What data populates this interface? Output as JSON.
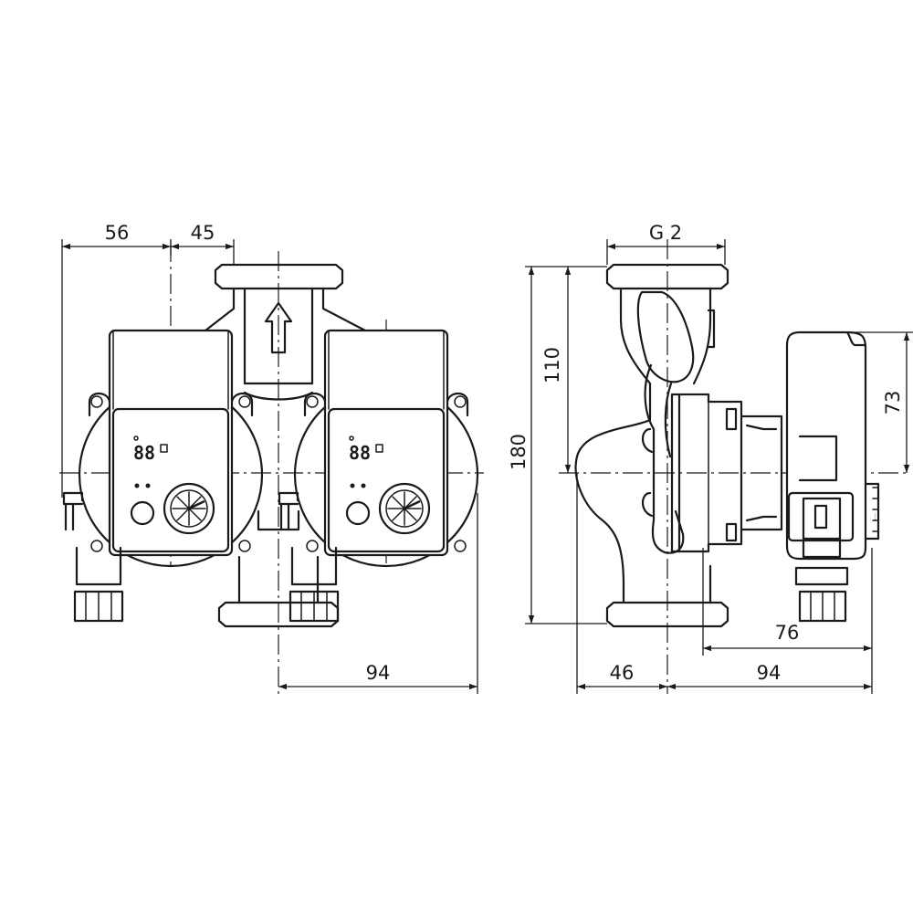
{
  "front_view": {
    "dimensions": {
      "left_width": "56",
      "right_width": "45",
      "bottom_width": "94"
    },
    "display_readout_left": "88",
    "display_readout_right": "88"
  },
  "side_view": {
    "dimensions": {
      "thread": "G 2",
      "height_total": "180",
      "height_upper": "110",
      "motor_height": "73",
      "offset_76": "76",
      "depth_46": "46",
      "depth_94": "94"
    }
  }
}
